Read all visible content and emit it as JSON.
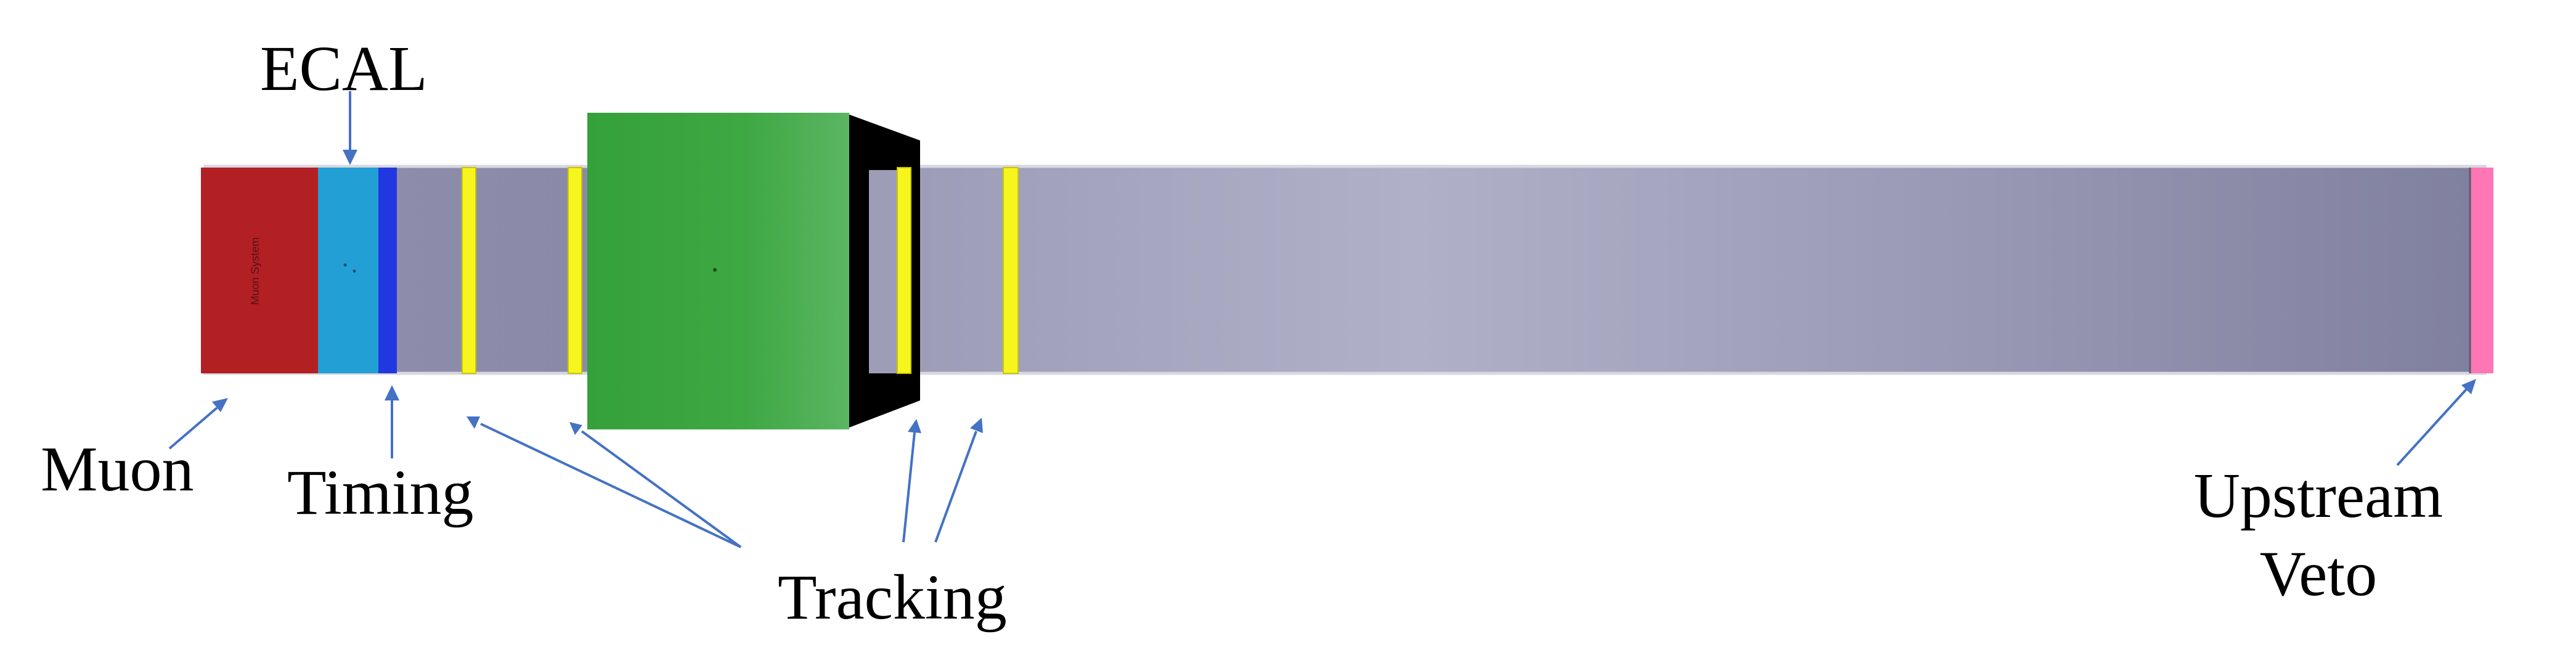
{
  "labels": {
    "ecal": "ECAL",
    "muon": "Muon",
    "timing": "Timing",
    "tracking": "Tracking",
    "upstream_veto": [
      "Upstream",
      "Veto"
    ]
  },
  "components": {
    "muon_box_text": "Muon System"
  },
  "colors": {
    "muon": "#b22024",
    "ecal": "#22a0d5",
    "timing": "#2138e0",
    "tracking": "#f7f51e",
    "magnet": "#3aa83f",
    "magnet_yoke": "#000000",
    "beam_pipe": "#9898b4",
    "upstream_veto": "#ff76b4",
    "annotation": "#4472c4"
  }
}
